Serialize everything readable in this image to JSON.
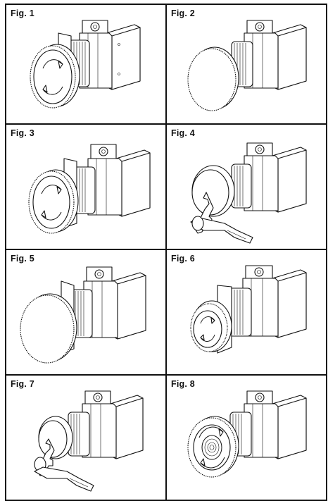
{
  "figures": [
    {
      "label": "Fig. 1"
    },
    {
      "label": "Fig. 2"
    },
    {
      "label": "Fig. 3"
    },
    {
      "label": "Fig. 4"
    },
    {
      "label": "Fig. 5"
    },
    {
      "label": "Fig. 6"
    },
    {
      "label": "Fig. 7"
    },
    {
      "label": "Fig. 8"
    }
  ]
}
